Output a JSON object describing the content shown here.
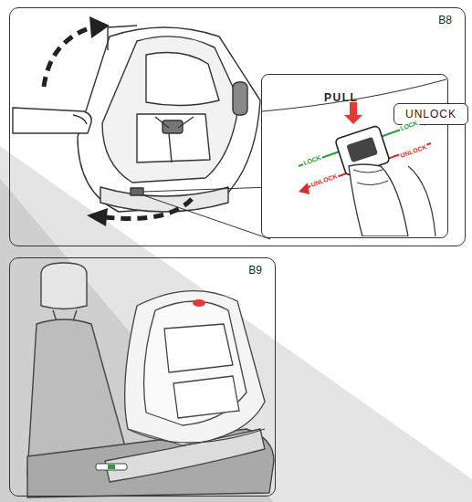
{
  "diagram": {
    "nodes": [
      {
        "text": [
          "B8"
        ]
      },
      {
        "text": [
          "PULL"
        ],
        "in": 0
      },
      {
        "text": [
          "UNLOCK"
        ]
      },
      {
        "text": [
          "B9"
        ]
      }
    ],
    "labels": [
      "LOCK",
      "UNLOCK",
      "LOCK",
      "UNLOCK"
    ]
  }
}
